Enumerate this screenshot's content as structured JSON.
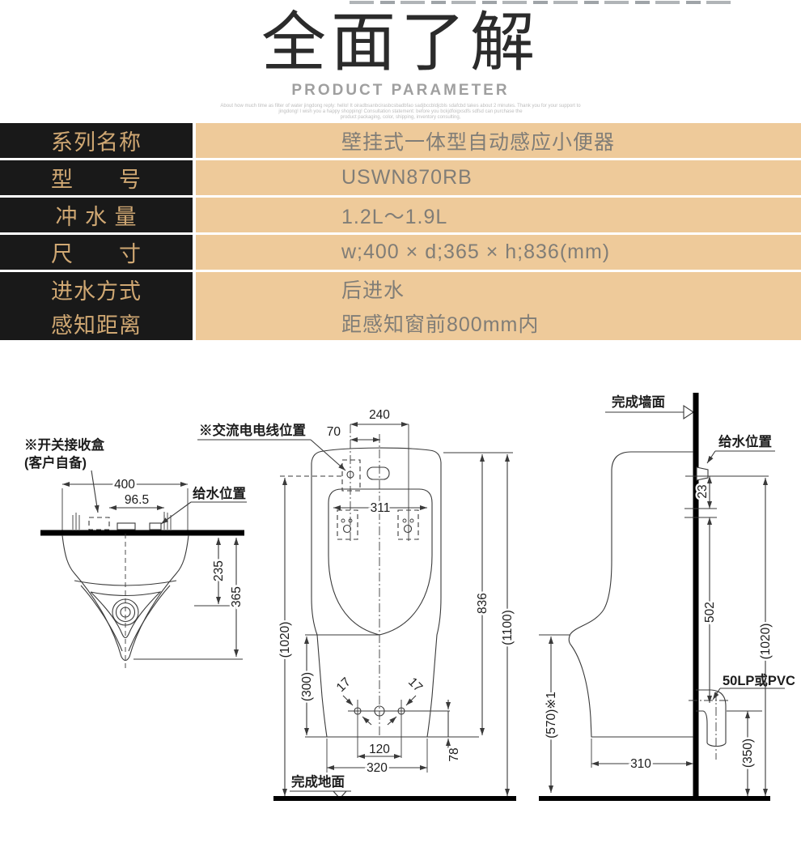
{
  "header": {
    "title": "全面了解",
    "subtitle": "PRODUCT PARAMETER",
    "fine_print": [
      "About how much time as filter of water jingdong reply: hello! It oiradbsanbcirasbcsbadbfao  sadjbccbldjcbls  sdafcbd takes about 2 minutes. Thank you for your support to",
      "jingdong! I wish you a happy shopping! Consultation  statement: before you  bckjdfoigxsdfs  sdfsd  can purchase the",
      "product packaging, color, shipping, inventory consulting,"
    ]
  },
  "spec_table": {
    "colors": {
      "label_bg": "#191919",
      "label_text": "#d0a873",
      "value_bg": "#eeca9a",
      "value_text": "#807d77"
    },
    "rows": [
      {
        "label": "系列名称",
        "value": "壁挂式一体型自动感应小便器"
      },
      {
        "label": "型　　号",
        "value": "USWN870RB"
      },
      {
        "label": "冲 水 量",
        "value": "1.2L～1.9L"
      },
      {
        "label": "尺　　寸",
        "value": "w;400 × d;365 × h;836(mm)"
      },
      {
        "label": "进水方式",
        "label2": "感知距离",
        "value": "后进水",
        "value2": "距感知窗前800mm内"
      }
    ]
  },
  "drawing": {
    "left": {
      "note1": "※开关接收盒",
      "note2": "(客户自备)",
      "water_label": "给水位置",
      "dim400": "400",
      "dim965": "96.5",
      "dim235": "235",
      "dim365": "365"
    },
    "front": {
      "ac_label": "※交流电电线位置",
      "floor_label": "完成地面",
      "dim240": "240",
      "dim70": "70",
      "dim311": "311",
      "dim836": "836",
      "dim1100": "(1100)",
      "dim1020": "(1020)",
      "dim300": "(300)",
      "dim17": "17",
      "dim120": "120",
      "dim320": "320",
      "dim78": "78"
    },
    "side": {
      "wall_label": "完成墙面",
      "water_label": "给水位置",
      "pipe_label": "50LP或PVC",
      "dim23": "23",
      "dim502": "502",
      "dim1020": "(1020)",
      "dim570": "(570)※1",
      "dim310": "310",
      "dim350": "(350)"
    }
  }
}
